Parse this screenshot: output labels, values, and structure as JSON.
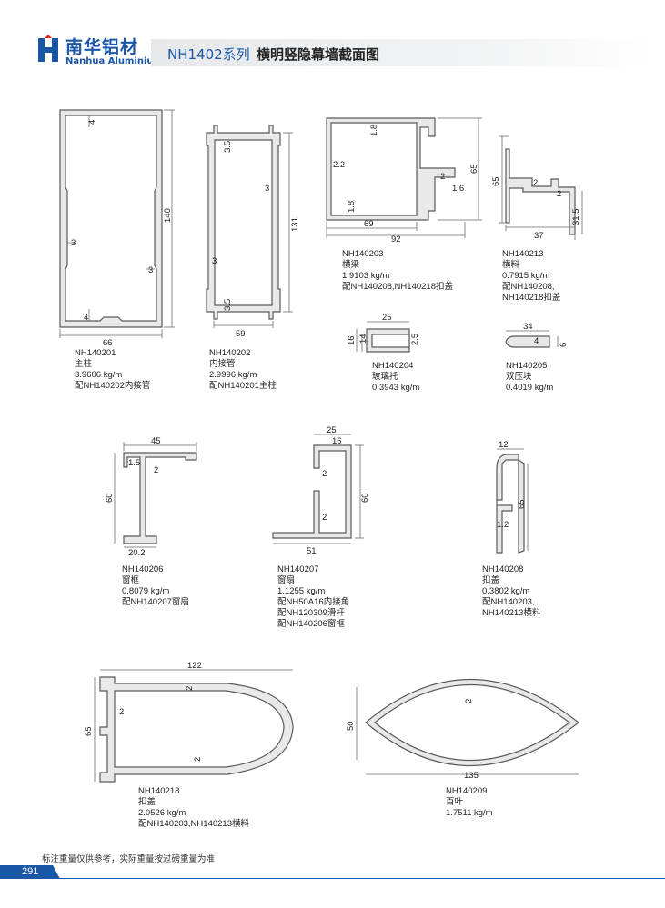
{
  "header": {
    "brand_cn": "南华铝材",
    "brand_en": "Nanhua Aluminium",
    "series": "NH1402系列",
    "title": "横明竖隐幕墙截面图",
    "brand_color": "#1b57a7"
  },
  "profiles": [
    {
      "code": "NH140201",
      "name": "主柱",
      "weight": "3.9606 kg/m",
      "note": "配NH140202内接管",
      "dims": {
        "w": "66",
        "h": "140",
        "t1": "4",
        "t2": "3",
        "t3": "3",
        "t4": "4"
      }
    },
    {
      "code": "NH140202",
      "name": "内接管",
      "weight": "2.9996 kg/m",
      "note": "配NH140201主柱",
      "dims": {
        "w": "59",
        "h": "131",
        "t1": "3.5",
        "t2": "3",
        "t3": "3",
        "t4": "3.5"
      }
    },
    {
      "code": "NH140203",
      "name": "横梁",
      "weight": "1.9103 kg/m",
      "note": "配NH140208,NH140218扣盖",
      "dims": {
        "w": "92",
        "w2": "69",
        "h": "65",
        "t1": "1.8",
        "t2": "2.2",
        "t3": "1.8",
        "t4": "2",
        "t5": "1.6"
      }
    },
    {
      "code": "NH140213",
      "name": "横料",
      "weight": "0.7915 kg/m",
      "note": "配NH140208,",
      "note2": "NH140218扣盖",
      "dims": {
        "w": "37",
        "h": "65",
        "h2": "31.5",
        "t1": "2",
        "t2": "2"
      }
    },
    {
      "code": "NH140204",
      "name": "玻璃托",
      "weight": "0.3943 kg/m",
      "dims": {
        "w": "25",
        "h": "16",
        "h2": "14",
        "t": "2.5"
      }
    },
    {
      "code": "NH140205",
      "name": "双压块",
      "weight": "0.4019 kg/m",
      "dims": {
        "w": "34",
        "h": "6",
        "t": "4"
      }
    },
    {
      "code": "NH140206",
      "name": "窗框",
      "weight": "0.8079 kg/m",
      "note": "配NH140207窗扇",
      "dims": {
        "w": "45",
        "h": "60",
        "b": "20.2",
        "t1": "1.5",
        "t2": "2"
      }
    },
    {
      "code": "NH140207",
      "name": "窗扇",
      "weight": "1.1255 kg/m",
      "note": "配NH50A16内接角",
      "note2": "配NH120309滑杆",
      "note3": "配NH140206窗框",
      "dims": {
        "w": "51",
        "w2": "25",
        "w3": "16",
        "h": "60",
        "t1": "2",
        "t2": "2"
      }
    },
    {
      "code": "NH140208",
      "name": "扣盖",
      "weight": "0.3802 kg/m",
      "note": "配NH140203,",
      "note2": "NH140213横料",
      "dims": {
        "w": "12",
        "h": "65",
        "t": "1.2"
      }
    },
    {
      "code": "NH140218",
      "name": "扣盖",
      "weight": "2.0526 kg/m",
      "note": "配NH140203,NH140213横料",
      "dims": {
        "w": "122",
        "h": "65",
        "t1": "2",
        "t2": "2",
        "t3": "2"
      }
    },
    {
      "code": "NH140209",
      "name": "百叶",
      "weight": "1.7511 kg/m",
      "dims": {
        "w": "135",
        "h": "50",
        "t": "2"
      }
    }
  ],
  "footer": {
    "note": "标注重量仅供参考，实际重量按过磅重量为准",
    "page": "291"
  }
}
